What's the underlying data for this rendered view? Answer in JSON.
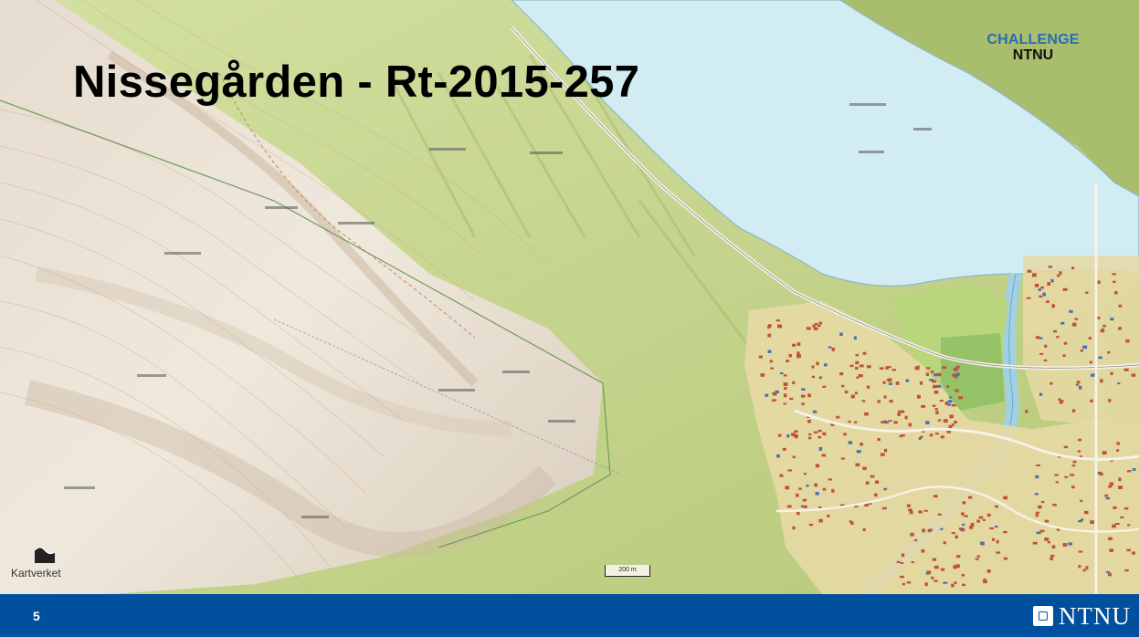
{
  "slide": {
    "title": "Nissegården - Rt-2015-257",
    "page_number": "5"
  },
  "logos": {
    "challenge_line1": "CHALLENGE",
    "challenge_line2": "NTNU",
    "kartverket": "Kartverket",
    "ntnu": "NTNU"
  },
  "map": {
    "scale_label": "200 m",
    "icons": [
      "kartverket-logo-icon",
      "ntnu-logo-icon"
    ]
  },
  "colors": {
    "footer": "#00509e",
    "water": "#d2ecf4",
    "forest": "#c9d98e",
    "mountain": "#ece4d8",
    "buildings": "#c0513a",
    "challenge_accent": "#2a6bb5"
  }
}
